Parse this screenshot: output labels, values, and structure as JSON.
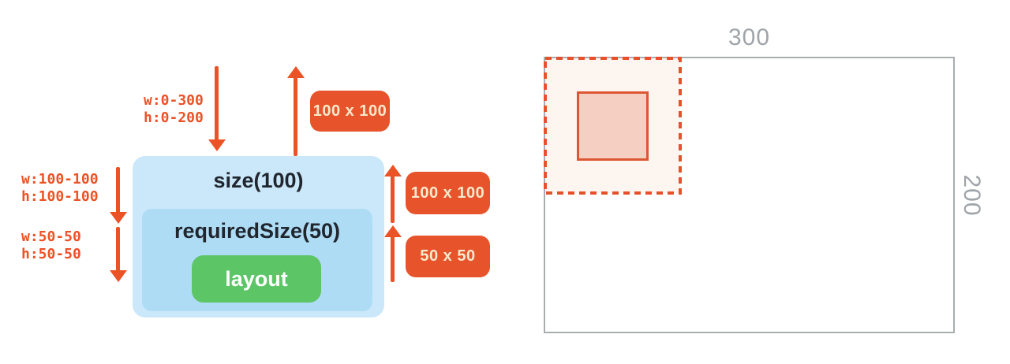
{
  "colors": {
    "accent": "#EB5226",
    "badge": "#E7542B",
    "badgeText": "#FAE9CD",
    "outerBlue": "#CBE8FA",
    "innerBlue": "#AFDCF5",
    "green": "#5CC566",
    "darkText": "#20262E",
    "grayBorder": "#A9ADB0",
    "grayLabel": "#9FA4A9",
    "dashedFill": "#FDF5EF",
    "squareFill": "#F5CFC2",
    "squareBorder": "#DD5633"
  },
  "constraints": {
    "c1": {
      "w": "w:0-300",
      "h": "h:0-200"
    },
    "c2": {
      "w": "w:100-100",
      "h": "h:100-100"
    },
    "c3": {
      "w": "w:50-50",
      "h": "h:50-50"
    }
  },
  "badges": {
    "top": "100 x 100",
    "middle": "100 x 100",
    "bottom": "50 x 50"
  },
  "boxes": {
    "size_label": "size(100)",
    "required_label": "requiredSize(50)",
    "layout_label": "layout"
  },
  "result": {
    "width_label": "300",
    "height_label": "200"
  }
}
